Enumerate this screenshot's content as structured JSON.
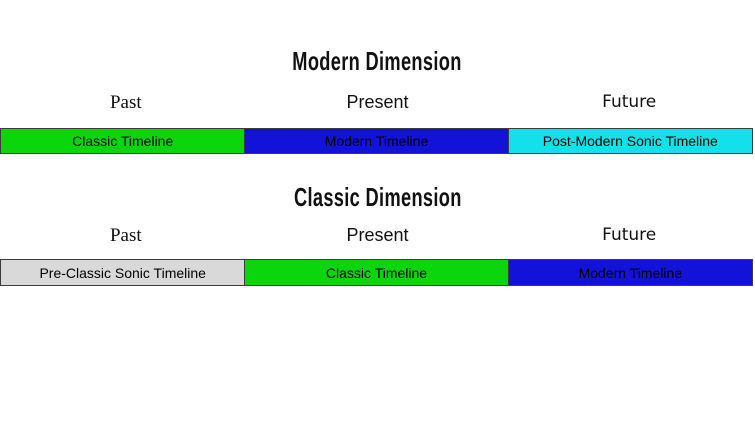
{
  "colors": {
    "green": "#0bd60b",
    "blue": "#1212d9",
    "cyan": "#12e0ea",
    "gray": "#d9d9d9",
    "text": "#000000"
  },
  "sections": [
    {
      "title": "Modern Dimension",
      "labels": {
        "past": "Past",
        "present": "Present",
        "future": "Future"
      },
      "segments": [
        {
          "label": "Classic Timeline",
          "color": "#0bd60b"
        },
        {
          "label": "Modern Timeline",
          "color": "#1212d9"
        },
        {
          "label": "Post-Modern Sonic Timeline",
          "color": "#12e0ea"
        }
      ]
    },
    {
      "title": "Classic Dimension",
      "labels": {
        "past": "Past",
        "present": "Present",
        "future": "Future"
      },
      "segments": [
        {
          "label": "Pre-Classic Sonic Timeline",
          "color": "#d9d9d9"
        },
        {
          "label": "Classic Timeline",
          "color": "#0bd60b"
        },
        {
          "label": "Modern Timeline",
          "color": "#1212d9"
        }
      ]
    }
  ]
}
